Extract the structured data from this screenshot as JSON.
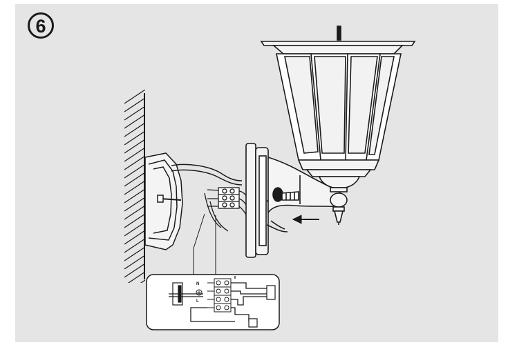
{
  "step": {
    "number": "6"
  },
  "terminal_block": {
    "labels": [
      "N",
      "L"
    ]
  },
  "colors": {
    "background": "#e5e5e5",
    "line": "#1a1a1a"
  }
}
